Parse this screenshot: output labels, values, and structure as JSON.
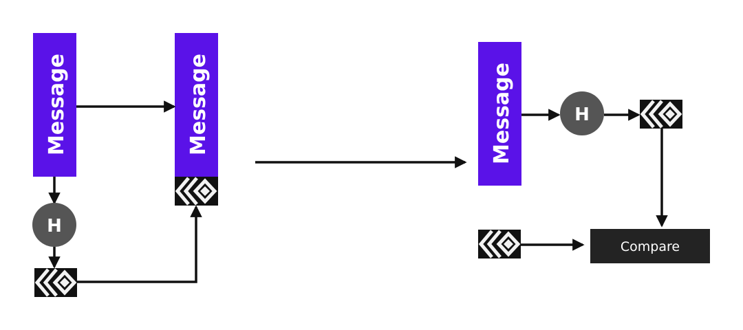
{
  "labels": {
    "message": "Message",
    "hash": "H",
    "compare": "Compare"
  },
  "colors": {
    "message_fill": "#5a12e8",
    "hash_fill": "#555555",
    "compare_fill": "#232323",
    "line": "#111111",
    "pattern_dark": "#111111",
    "pattern_light": "#f2f2f2"
  },
  "icons": {
    "signature": "chevron-pattern-signature-icon",
    "hash_circle": "hash-function-node"
  }
}
